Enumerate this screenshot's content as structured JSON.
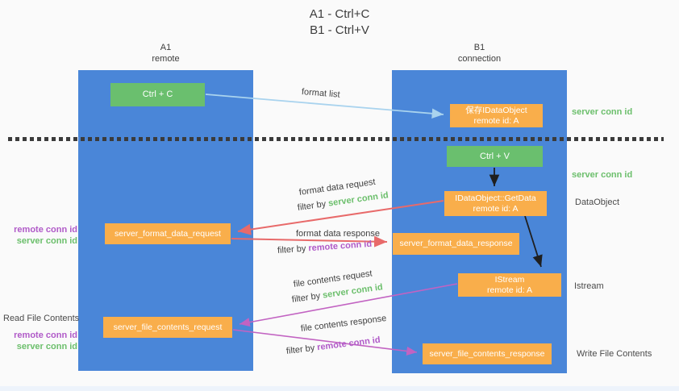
{
  "title": {
    "line1": "A1 - Ctrl+C",
    "line2": "B1 - Ctrl+V"
  },
  "lanes": {
    "left": {
      "name": "A1",
      "subtitle": "remote"
    },
    "right": {
      "name": "B1",
      "subtitle": "connection"
    }
  },
  "boxes": {
    "ctrl_c": "Ctrl + C",
    "ctrl_v": "Ctrl + V",
    "save_dataobject": {
      "line1": "保存IDataObject",
      "line2": "remote id: A"
    },
    "getdata": {
      "line1": "IDataObject::GetData",
      "line2": "remote id: A"
    },
    "istream": {
      "line1": "IStream",
      "line2": "remote id: A"
    },
    "format_request": "server_format_data_request",
    "format_response": "server_format_data_response",
    "file_request": "server_file_contents_request",
    "file_response": "server_file_contents_response"
  },
  "flows": {
    "format_list": {
      "label": "format list"
    },
    "format_data_request": {
      "label": "format data request",
      "filter_prefix": "filter by",
      "filter_key": "server conn id"
    },
    "format_data_response": {
      "label": "format data response",
      "filter_prefix": "filter by",
      "filter_key": "remote conn id"
    },
    "file_contents_request": {
      "label": "file contents request",
      "filter_prefix": "filter by",
      "filter_key": "server conn id"
    },
    "file_contents_response": {
      "label": "file contents response",
      "filter_prefix": "filter by",
      "filter_key": "remote conn id"
    }
  },
  "side_labels": {
    "server_conn_top": "server conn id",
    "server_conn_mid": "server conn id",
    "dataobject": "DataObject",
    "istream": "Istream",
    "write_file": "Write File Contents",
    "read_file": "Read File Contents",
    "remote_conn_left1": "remote conn id",
    "server_conn_left1": "server conn id",
    "remote_conn_left2": "remote conn id",
    "server_conn_left2": "server conn id"
  },
  "colors": {
    "lane_blue": "#4a86d8",
    "box_green": "#6abf6e",
    "box_orange": "#f9ae4b",
    "arrow_light_blue": "#a9d3ee",
    "arrow_red": "#e86a6a",
    "arrow_magenta": "#c263c2",
    "arrow_black": "#1f1f1f",
    "text_green": "#6cbf6c",
    "text_purple": "#b05ac8"
  }
}
